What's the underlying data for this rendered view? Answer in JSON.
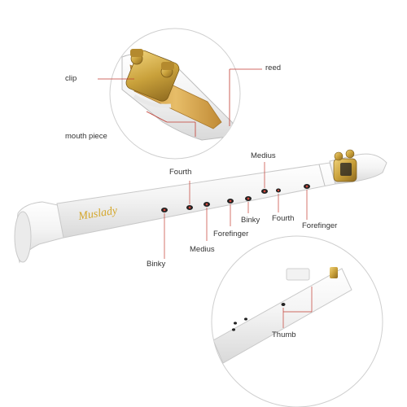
{
  "brand": {
    "logo_text": "Muslady",
    "logo_color": "#d4a72c"
  },
  "colors": {
    "body": "#f7f7f7",
    "gold": "#c9a13b",
    "reed": "#dcae4e",
    "mark": "#d0473b",
    "line": "#c23a30",
    "circle": "#cfcfcf"
  },
  "callouts": {
    "clip": "clip",
    "reed": "reed",
    "mouth_piece": "mouth piece",
    "thumb": "Thumb"
  },
  "finger_labels": {
    "fourth_top": "Fourth",
    "medius_top": "Medius",
    "binky_mid": "Binky",
    "fourth_mid": "Fourth",
    "forefinger_right": "Forefinger",
    "forefinger_mid": "Forefinger",
    "binky_bottom": "Binky",
    "medius_bottom": "Medius"
  }
}
